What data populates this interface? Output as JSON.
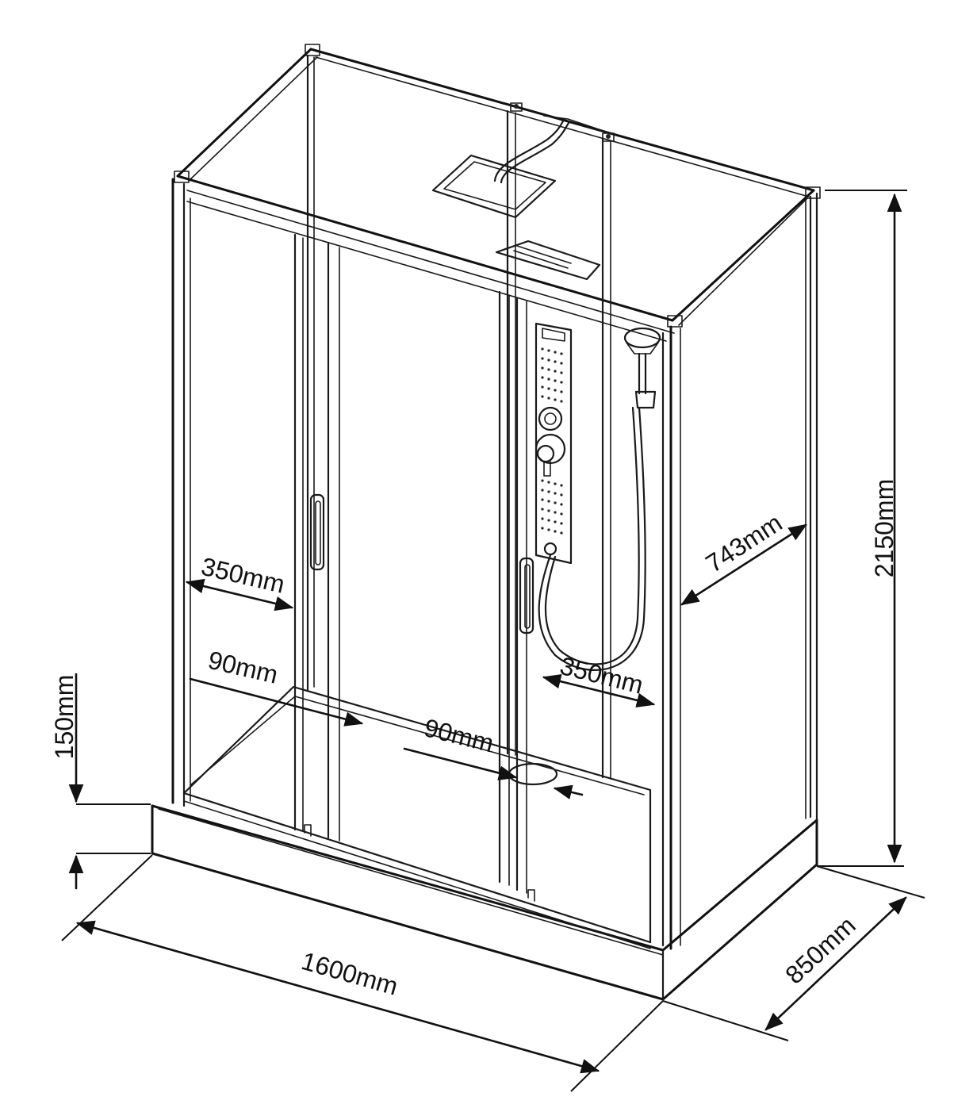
{
  "dimensions": {
    "height_total": "2150mm",
    "width": "1600mm",
    "depth": "850mm",
    "tray_height": "150mm",
    "side_panel": "743mm",
    "front_fixed_left": "350mm",
    "front_fixed_right": "350mm",
    "door_overlap_left": "90mm",
    "door_overlap_center": "90mm"
  },
  "colors": {
    "line": "#1a1a1a",
    "background": "#ffffff"
  }
}
